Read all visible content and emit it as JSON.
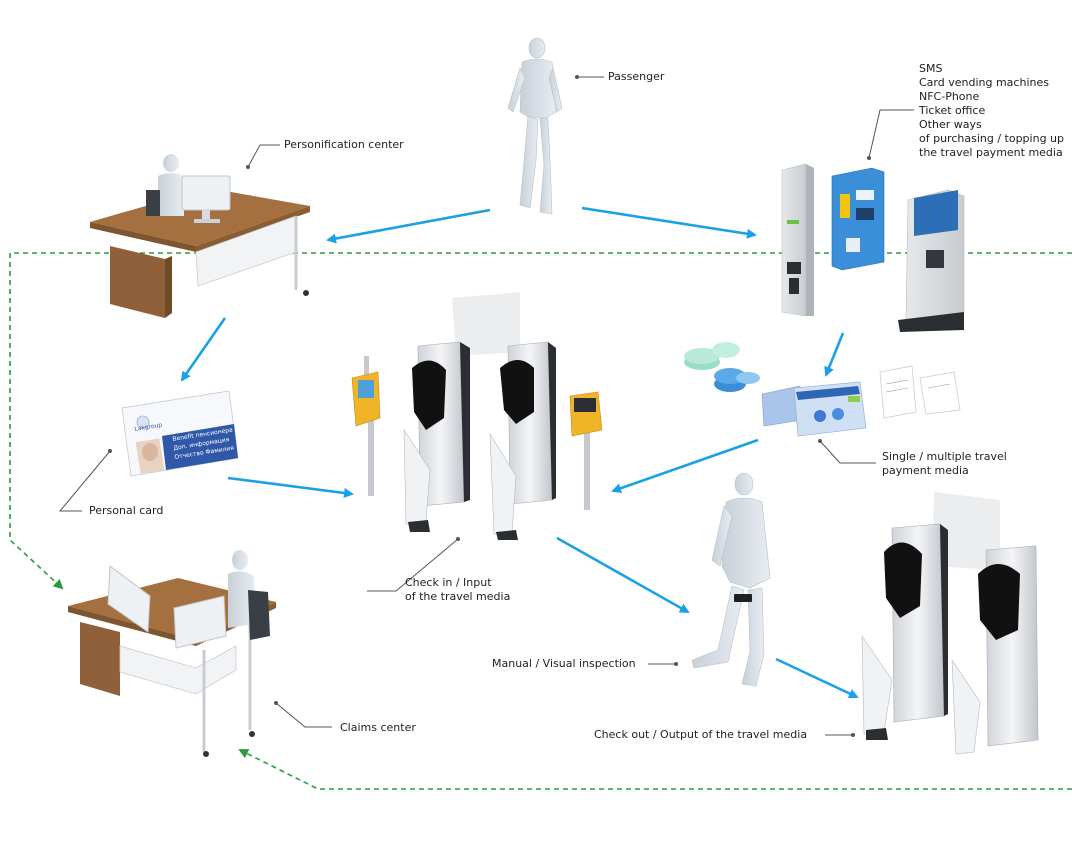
{
  "labels": {
    "passenger": "Passenger",
    "personification_center": "Personification center",
    "purchase_ways": "SMS\nCard vending machines\nNFC-Phone\nTicket office\nOther ways\nof purchasing / topping up\nthe travel payment media",
    "personal_card": "Personal card",
    "check_in": "Check in / Input\nof the travel media",
    "travel_media": "Single / multiple travel\npayment media",
    "manual_inspection": "Manual / Visual inspection",
    "claims_center": "Claims center",
    "check_out": "Check out / Output of the travel media"
  },
  "card": {
    "logo": "Lakgroup",
    "line1": "Benefit пенсионера",
    "line2": "Доп. информация",
    "line3": "Отчество Фамилия"
  },
  "colors": {
    "flow_arrow": "#1aa0e6",
    "dashed_return": "#2c9a3c",
    "leader_line": "#555555",
    "gate_yellow": "#f0b428",
    "desk_wood": "#9a6a3e"
  },
  "icons": [
    "passenger-figure",
    "desk-icon",
    "vending-machines-icon",
    "turnstile-icon",
    "validator-icon",
    "tokens-icon",
    "card-icon",
    "receipt-icon",
    "person-figure"
  ]
}
